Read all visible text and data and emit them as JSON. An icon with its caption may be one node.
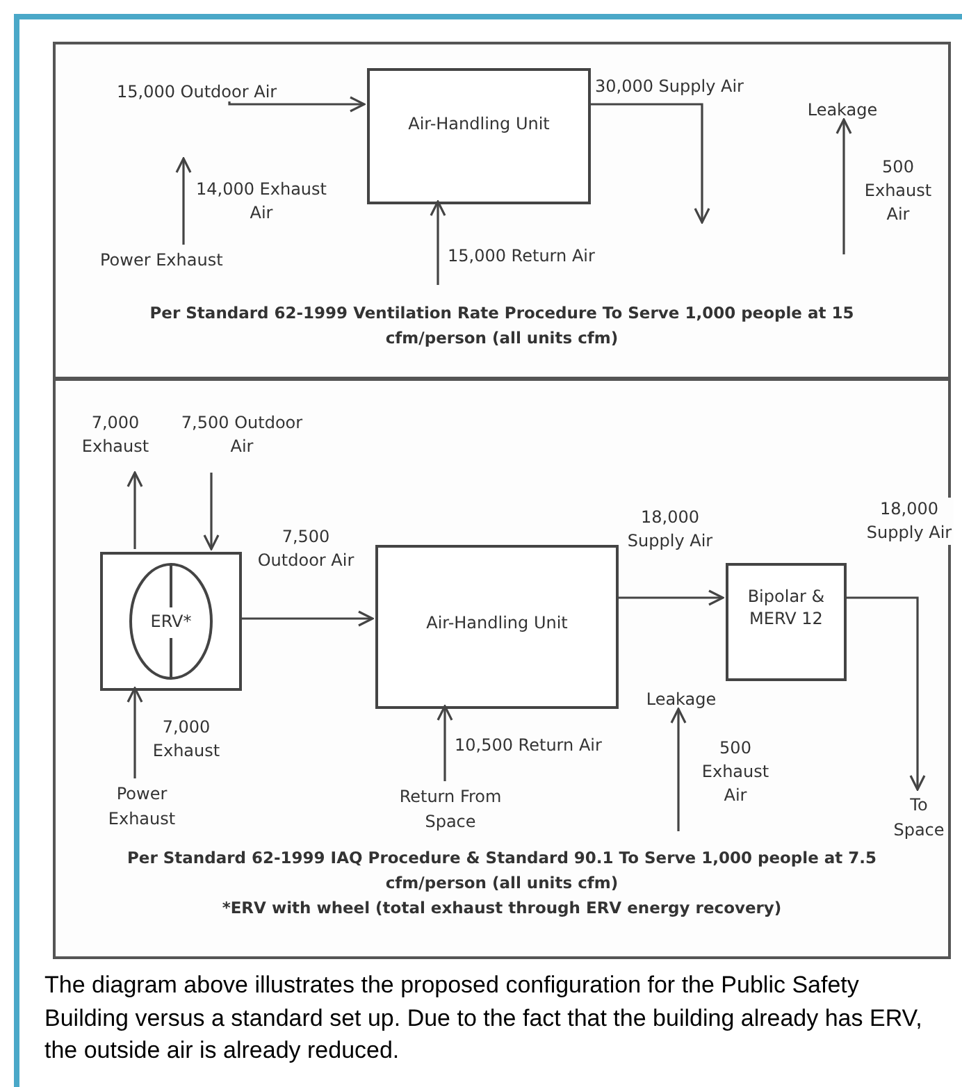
{
  "diagram": {
    "caption": "The diagram above illustrates the proposed configuration for the Public Safety Building versus a standard set up. Due to the fact that the building already has ERV, the outside air is already reduced.",
    "nodes": [
      {
        "text": [
          "Per Standard 62-1999 Ventilation Rate Procedure To Serve 1,000 people at 15 cfm/person (all units cfm)"
        ]
      },
      {
        "text": [
          "15,000 Outdoor Air"
        ],
        "in": 0
      },
      {
        "text": [
          "Air-Handling Unit"
        ],
        "in": 0
      },
      {
        "text": [
          "Power Exhaust"
        ],
        "in": 0
      },
      {
        "text": [
          "Leakage"
        ],
        "in": 0
      },
      {
        "text": [
          "Per Standard 62-1999 IAQ Procedure & Standard 90.1 To Serve 1,000 people at 7.5 cfm/person (all units cfm)",
          "*ERV with wheel (total exhaust through ERV energy recovery)"
        ]
      },
      {
        "text": [
          "ERV*"
        ],
        "in": 5
      },
      {
        "text": [
          "Power Exhaust"
        ],
        "in": 5
      },
      {
        "text": [
          "Air-Handling Unit"
        ],
        "in": 5
      },
      {
        "text": [
          "Return From Space"
        ],
        "in": 5
      },
      {
        "text": [
          "Bipolar & MERV 12"
        ],
        "in": 5
      },
      {
        "text": [
          "To Space"
        ],
        "in": 5
      },
      {
        "text": [
          "Leakage"
        ],
        "in": 5
      }
    ],
    "edges": [
      {
        "from": 1,
        "to": 2,
        "arrow": "to"
      },
      {
        "from": 3,
        "to": null,
        "arrow": "to",
        "label": "14,000 Exhaust Air"
      },
      {
        "from": 2,
        "to": null,
        "arrow": "to",
        "label": "30,000 Supply Air"
      },
      {
        "from": null,
        "to": 2,
        "arrow": "to",
        "label": "15,000 Return Air"
      },
      {
        "from": null,
        "to": 4,
        "arrow": "to",
        "label": "500 Exhaust Air"
      },
      {
        "from": 6,
        "to": null,
        "arrow": "to",
        "label": "7,000 Exhaust"
      },
      {
        "from": null,
        "to": 6,
        "arrow": "to",
        "label": "7,500 Outdoor Air"
      },
      {
        "from": 6,
        "to": 8,
        "arrow": "to",
        "label": "7,500 Outdoor Air"
      },
      {
        "from": 7,
        "to": 6,
        "arrow": "to",
        "label": "7,000 Exhaust"
      },
      {
        "from": 9,
        "to": 8,
        "arrow": "to",
        "label": "10,500 Return Air"
      },
      {
        "from": 8,
        "to": 10,
        "arrow": "to",
        "label": "18,000 Supply Air"
      },
      {
        "from": 10,
        "to": 11,
        "arrow": "to",
        "label": "18,000 Supply Air"
      },
      {
        "from": null,
        "to": 12,
        "arrow": "to",
        "label": "500 Exhaust Air"
      }
    ]
  }
}
